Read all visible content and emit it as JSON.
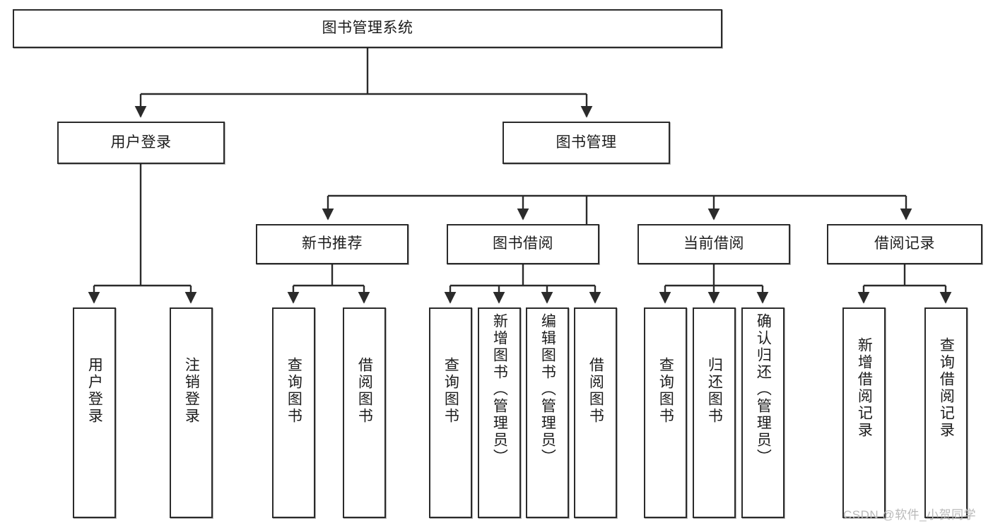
{
  "diagram": {
    "type": "tree",
    "title": "图书管理系统",
    "root": {
      "label": "图书管理系统"
    },
    "level2": [
      {
        "label": "用户登录"
      },
      {
        "label": "图书管理"
      }
    ],
    "level3": [
      {
        "label": "新书推荐"
      },
      {
        "label": "图书借阅"
      },
      {
        "label": "当前借阅"
      },
      {
        "label": "借阅记录"
      }
    ],
    "leaves_user_login": [
      {
        "label": "用户登录"
      },
      {
        "label": "注销登录"
      }
    ],
    "leaves_new_book": [
      {
        "label": "查询图书"
      },
      {
        "label": "借阅图书"
      }
    ],
    "leaves_borrow": [
      {
        "label": "查询图书"
      },
      {
        "label": "新增图书（管理员）"
      },
      {
        "label": "编辑图书（管理员）"
      },
      {
        "label": "借阅图书"
      }
    ],
    "leaves_current": [
      {
        "label": "查询图书"
      },
      {
        "label": "归还图书"
      },
      {
        "label": "确认归还（管理员）"
      }
    ],
    "leaves_records": [
      {
        "label": "新增借阅记录"
      },
      {
        "label": "查询借阅记录"
      }
    ]
  },
  "watermark": {
    "text": "CSDN @软件_小贺同学"
  },
  "colors": {
    "stroke": "#2b2b2b",
    "fill": "#ffffff",
    "text": "#1c1c1c",
    "watermark": "#b9b9b9"
  }
}
